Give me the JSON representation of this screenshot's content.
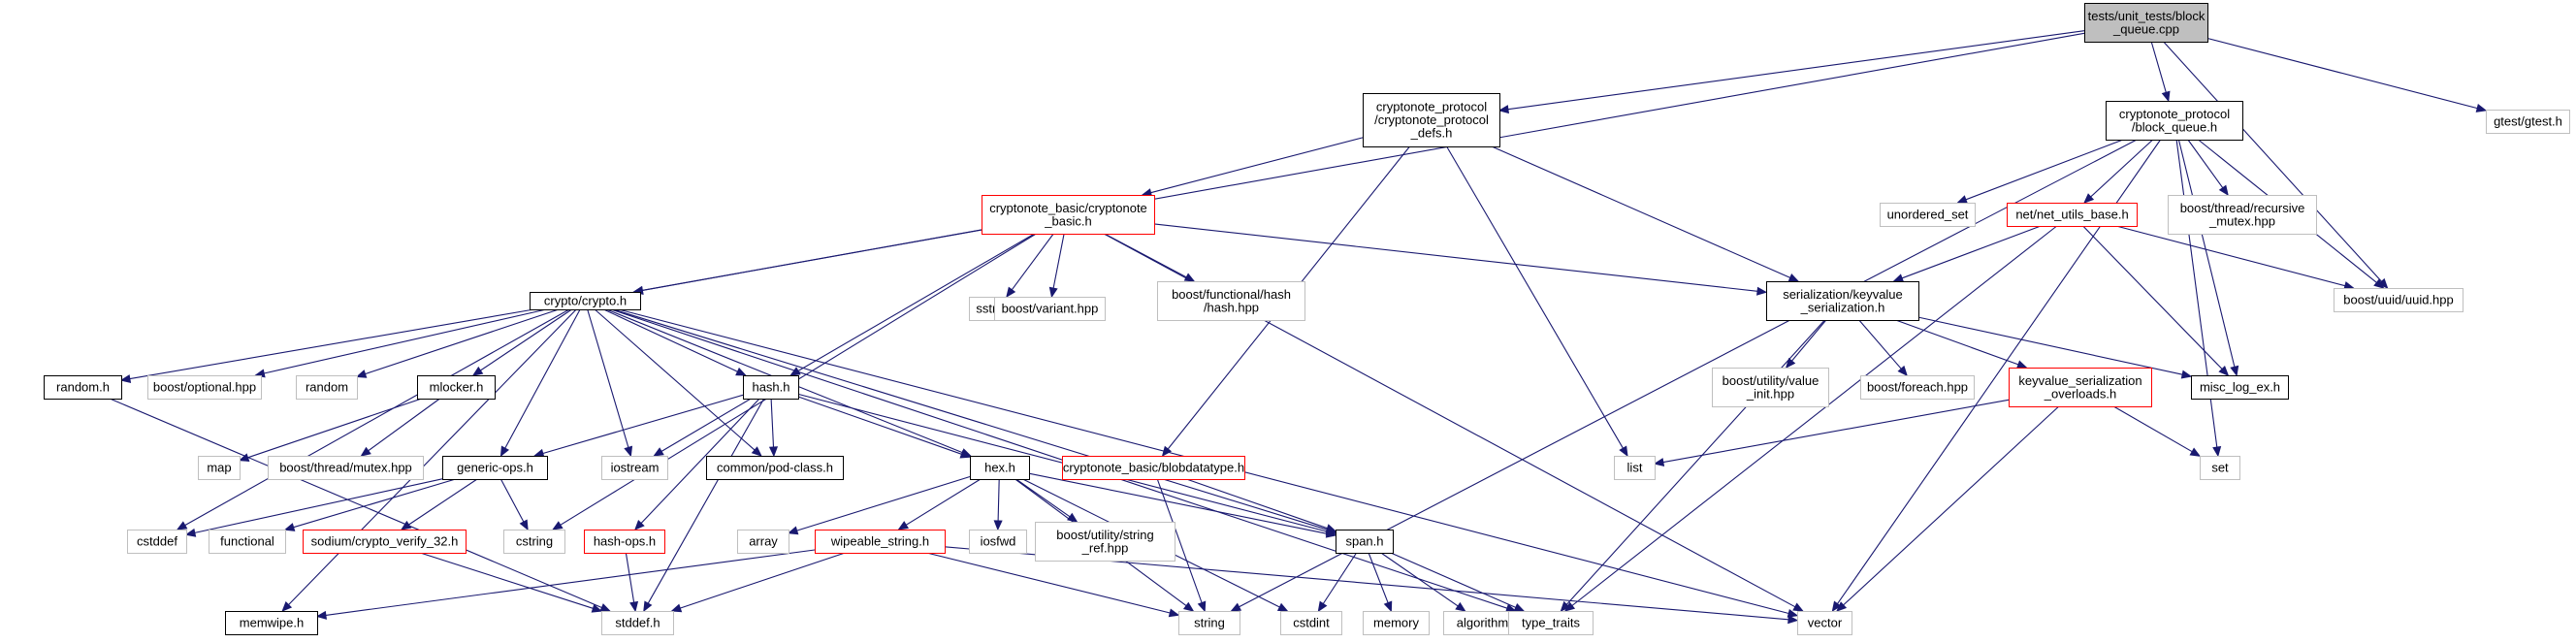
{
  "diagram": {
    "colors": {
      "edge": "#191970",
      "black_border": "#000000",
      "red_border": "#ff0000",
      "gray_border": "#bfbfbf",
      "root_fill": "#bfbfbf"
    },
    "nodes": [
      {
        "id": "root",
        "label": [
          "tests/unit_tests/block",
          "_queue.cpp"
        ],
        "style": "root"
      },
      {
        "id": "cpdefs",
        "label": [
          "cryptonote_protocol",
          "/cryptonote_protocol",
          "_defs.h"
        ],
        "style": "black"
      },
      {
        "id": "blockqueue",
        "label": [
          "cryptonote_protocol",
          "/block_queue.h"
        ],
        "style": "black"
      },
      {
        "id": "gtest",
        "label": [
          "gtest/gtest.h"
        ],
        "style": "gray"
      },
      {
        "id": "cbasic",
        "label": [
          "cryptonote_basic/cryptonote",
          "_basic.h"
        ],
        "style": "red"
      },
      {
        "id": "unordered",
        "label": [
          "unordered_set"
        ],
        "style": "gray"
      },
      {
        "id": "netutils",
        "label": [
          "net/net_utils_base.h"
        ],
        "style": "red"
      },
      {
        "id": "recmutex",
        "label": [
          "boost/thread/recursive",
          "_mutex.hpp"
        ],
        "style": "gray"
      },
      {
        "id": "cryptoh",
        "label": [
          "crypto/crypto.h"
        ],
        "style": "black"
      },
      {
        "id": "sstream",
        "label": [
          "sstream"
        ],
        "style": "gray"
      },
      {
        "id": "variant",
        "label": [
          "boost/variant.hpp"
        ],
        "style": "gray"
      },
      {
        "id": "fhash",
        "label": [
          "boost/functional/hash",
          "/hash.hpp"
        ],
        "style": "gray"
      },
      {
        "id": "kvser",
        "label": [
          "serialization/keyvalue",
          "_serialization.h"
        ],
        "style": "black"
      },
      {
        "id": "uuid",
        "label": [
          "boost/uuid/uuid.hpp"
        ],
        "style": "gray"
      },
      {
        "id": "randomh",
        "label": [
          "random.h"
        ],
        "style": "black"
      },
      {
        "id": "optional",
        "label": [
          "boost/optional.hpp"
        ],
        "style": "gray"
      },
      {
        "id": "random",
        "label": [
          "random"
        ],
        "style": "gray"
      },
      {
        "id": "mlocker",
        "label": [
          "mlocker.h"
        ],
        "style": "black"
      },
      {
        "id": "hashh",
        "label": [
          "hash.h"
        ],
        "style": "black"
      },
      {
        "id": "valueinit",
        "label": [
          "boost/utility/value",
          "_init.hpp"
        ],
        "style": "gray"
      },
      {
        "id": "foreach",
        "label": [
          "boost/foreach.hpp"
        ],
        "style": "gray"
      },
      {
        "id": "kvoverloads",
        "label": [
          "keyvalue_serialization",
          "_overloads.h"
        ],
        "style": "red"
      },
      {
        "id": "misclog",
        "label": [
          "misc_log_ex.h"
        ],
        "style": "black"
      },
      {
        "id": "map",
        "label": [
          "map"
        ],
        "style": "gray"
      },
      {
        "id": "bmutex",
        "label": [
          "boost/thread/mutex.hpp"
        ],
        "style": "gray"
      },
      {
        "id": "iostream",
        "label": [
          "iostream"
        ],
        "style": "gray"
      },
      {
        "id": "podclass",
        "label": [
          "common/pod-class.h"
        ],
        "style": "black"
      },
      {
        "id": "blobdt",
        "label": [
          "cryptonote_basic/blobdatatype.h"
        ],
        "style": "red"
      },
      {
        "id": "list",
        "label": [
          "list"
        ],
        "style": "gray"
      },
      {
        "id": "set",
        "label": [
          "set"
        ],
        "style": "gray"
      },
      {
        "id": "genericops",
        "label": [
          "generic-ops.h"
        ],
        "style": "black"
      },
      {
        "id": "hexh",
        "label": [
          "hex.h"
        ],
        "style": "black"
      },
      {
        "id": "cstddef",
        "label": [
          "cstddef"
        ],
        "style": "gray"
      },
      {
        "id": "functional",
        "label": [
          "functional"
        ],
        "style": "gray"
      },
      {
        "id": "sodium",
        "label": [
          "sodium/crypto_verify_32.h"
        ],
        "style": "red"
      },
      {
        "id": "cstring",
        "label": [
          "cstring"
        ],
        "style": "gray"
      },
      {
        "id": "hashops",
        "label": [
          "hash-ops.h"
        ],
        "style": "red"
      },
      {
        "id": "array",
        "label": [
          "array"
        ],
        "style": "gray"
      },
      {
        "id": "wipeable",
        "label": [
          "wipeable_string.h"
        ],
        "style": "red"
      },
      {
        "id": "iosfwd",
        "label": [
          "iosfwd"
        ],
        "style": "gray"
      },
      {
        "id": "stringref",
        "label": [
          "boost/utility/string",
          "_ref.hpp"
        ],
        "style": "gray"
      },
      {
        "id": "spanh",
        "label": [
          "span.h"
        ],
        "style": "black"
      },
      {
        "id": "memwipe",
        "label": [
          "memwipe.h"
        ],
        "style": "black"
      },
      {
        "id": "stddef",
        "label": [
          "stddef.h"
        ],
        "style": "gray"
      },
      {
        "id": "string",
        "label": [
          "string"
        ],
        "style": "gray"
      },
      {
        "id": "cstdint",
        "label": [
          "cstdint"
        ],
        "style": "gray"
      },
      {
        "id": "memory",
        "label": [
          "memory"
        ],
        "style": "gray"
      },
      {
        "id": "algorithm",
        "label": [
          "algorithm"
        ],
        "style": "gray"
      },
      {
        "id": "typetraits",
        "label": [
          "type_traits"
        ],
        "style": "gray"
      },
      {
        "id": "vector",
        "label": [
          "vector"
        ],
        "style": "gray"
      }
    ],
    "edges": [
      [
        "root",
        "cpdefs"
      ],
      [
        "root",
        "blockqueue"
      ],
      [
        "root",
        "gtest"
      ],
      [
        "root",
        "cryptoh"
      ],
      [
        "root",
        "uuid"
      ],
      [
        "cpdefs",
        "cbasic"
      ],
      [
        "cpdefs",
        "kvser"
      ],
      [
        "cpdefs",
        "list"
      ],
      [
        "cpdefs",
        "blobdt"
      ],
      [
        "blockqueue",
        "unordered"
      ],
      [
        "blockqueue",
        "netutils"
      ],
      [
        "blockqueue",
        "recmutex"
      ],
      [
        "blockqueue",
        "uuid"
      ],
      [
        "blockqueue",
        "misclog"
      ],
      [
        "blockqueue",
        "set"
      ],
      [
        "blockqueue",
        "vector"
      ],
      [
        "blockqueue",
        "string"
      ],
      [
        "netutils",
        "kvser"
      ],
      [
        "netutils",
        "uuid"
      ],
      [
        "netutils",
        "misclog"
      ],
      [
        "netutils",
        "typetraits"
      ],
      [
        "cbasic",
        "cryptoh"
      ],
      [
        "cbasic",
        "sstream"
      ],
      [
        "cbasic",
        "variant"
      ],
      [
        "cbasic",
        "fhash"
      ],
      [
        "cbasic",
        "kvser"
      ],
      [
        "cbasic",
        "hashh"
      ],
      [
        "cbasic",
        "cstring"
      ],
      [
        "cbasic",
        "vector"
      ],
      [
        "kvser",
        "valueinit"
      ],
      [
        "kvser",
        "foreach"
      ],
      [
        "kvser",
        "kvoverloads"
      ],
      [
        "kvser",
        "misclog"
      ],
      [
        "kvser",
        "typetraits"
      ],
      [
        "kvoverloads",
        "list"
      ],
      [
        "kvoverloads",
        "set"
      ],
      [
        "kvoverloads",
        "vector"
      ],
      [
        "cryptoh",
        "randomh"
      ],
      [
        "cryptoh",
        "optional"
      ],
      [
        "cryptoh",
        "random"
      ],
      [
        "cryptoh",
        "mlocker"
      ],
      [
        "cryptoh",
        "hashh"
      ],
      [
        "cryptoh",
        "genericops"
      ],
      [
        "cryptoh",
        "iostream"
      ],
      [
        "cryptoh",
        "podclass"
      ],
      [
        "cryptoh",
        "hexh"
      ],
      [
        "cryptoh",
        "spanh"
      ],
      [
        "cryptoh",
        "cstddef"
      ],
      [
        "cryptoh",
        "memwipe"
      ],
      [
        "cryptoh",
        "typetraits"
      ],
      [
        "cryptoh",
        "vector"
      ],
      [
        "randomh",
        "stddef"
      ],
      [
        "mlocker",
        "map"
      ],
      [
        "mlocker",
        "bmutex"
      ],
      [
        "hashh",
        "genericops"
      ],
      [
        "hashh",
        "iostream"
      ],
      [
        "hashh",
        "podclass"
      ],
      [
        "hashh",
        "hexh"
      ],
      [
        "hashh",
        "spanh"
      ],
      [
        "hashh",
        "hashops"
      ],
      [
        "hashh",
        "stddef"
      ],
      [
        "genericops",
        "cstddef"
      ],
      [
        "genericops",
        "functional"
      ],
      [
        "genericops",
        "sodium"
      ],
      [
        "genericops",
        "cstring"
      ],
      [
        "sodium",
        "stddef"
      ],
      [
        "hashops",
        "stddef"
      ],
      [
        "hexh",
        "array"
      ],
      [
        "hexh",
        "wipeable"
      ],
      [
        "hexh",
        "iosfwd"
      ],
      [
        "hexh",
        "stringref"
      ],
      [
        "hexh",
        "spanh"
      ],
      [
        "hexh",
        "string"
      ],
      [
        "hexh",
        "cstdint"
      ],
      [
        "blobdt",
        "string"
      ],
      [
        "blobdt",
        "spanh"
      ],
      [
        "wipeable",
        "memwipe"
      ],
      [
        "wipeable",
        "stddef"
      ],
      [
        "wipeable",
        "string"
      ],
      [
        "wipeable",
        "vector"
      ],
      [
        "spanh",
        "cstdint"
      ],
      [
        "spanh",
        "memory"
      ],
      [
        "spanh",
        "algorithm"
      ],
      [
        "spanh",
        "typetraits"
      ]
    ]
  }
}
